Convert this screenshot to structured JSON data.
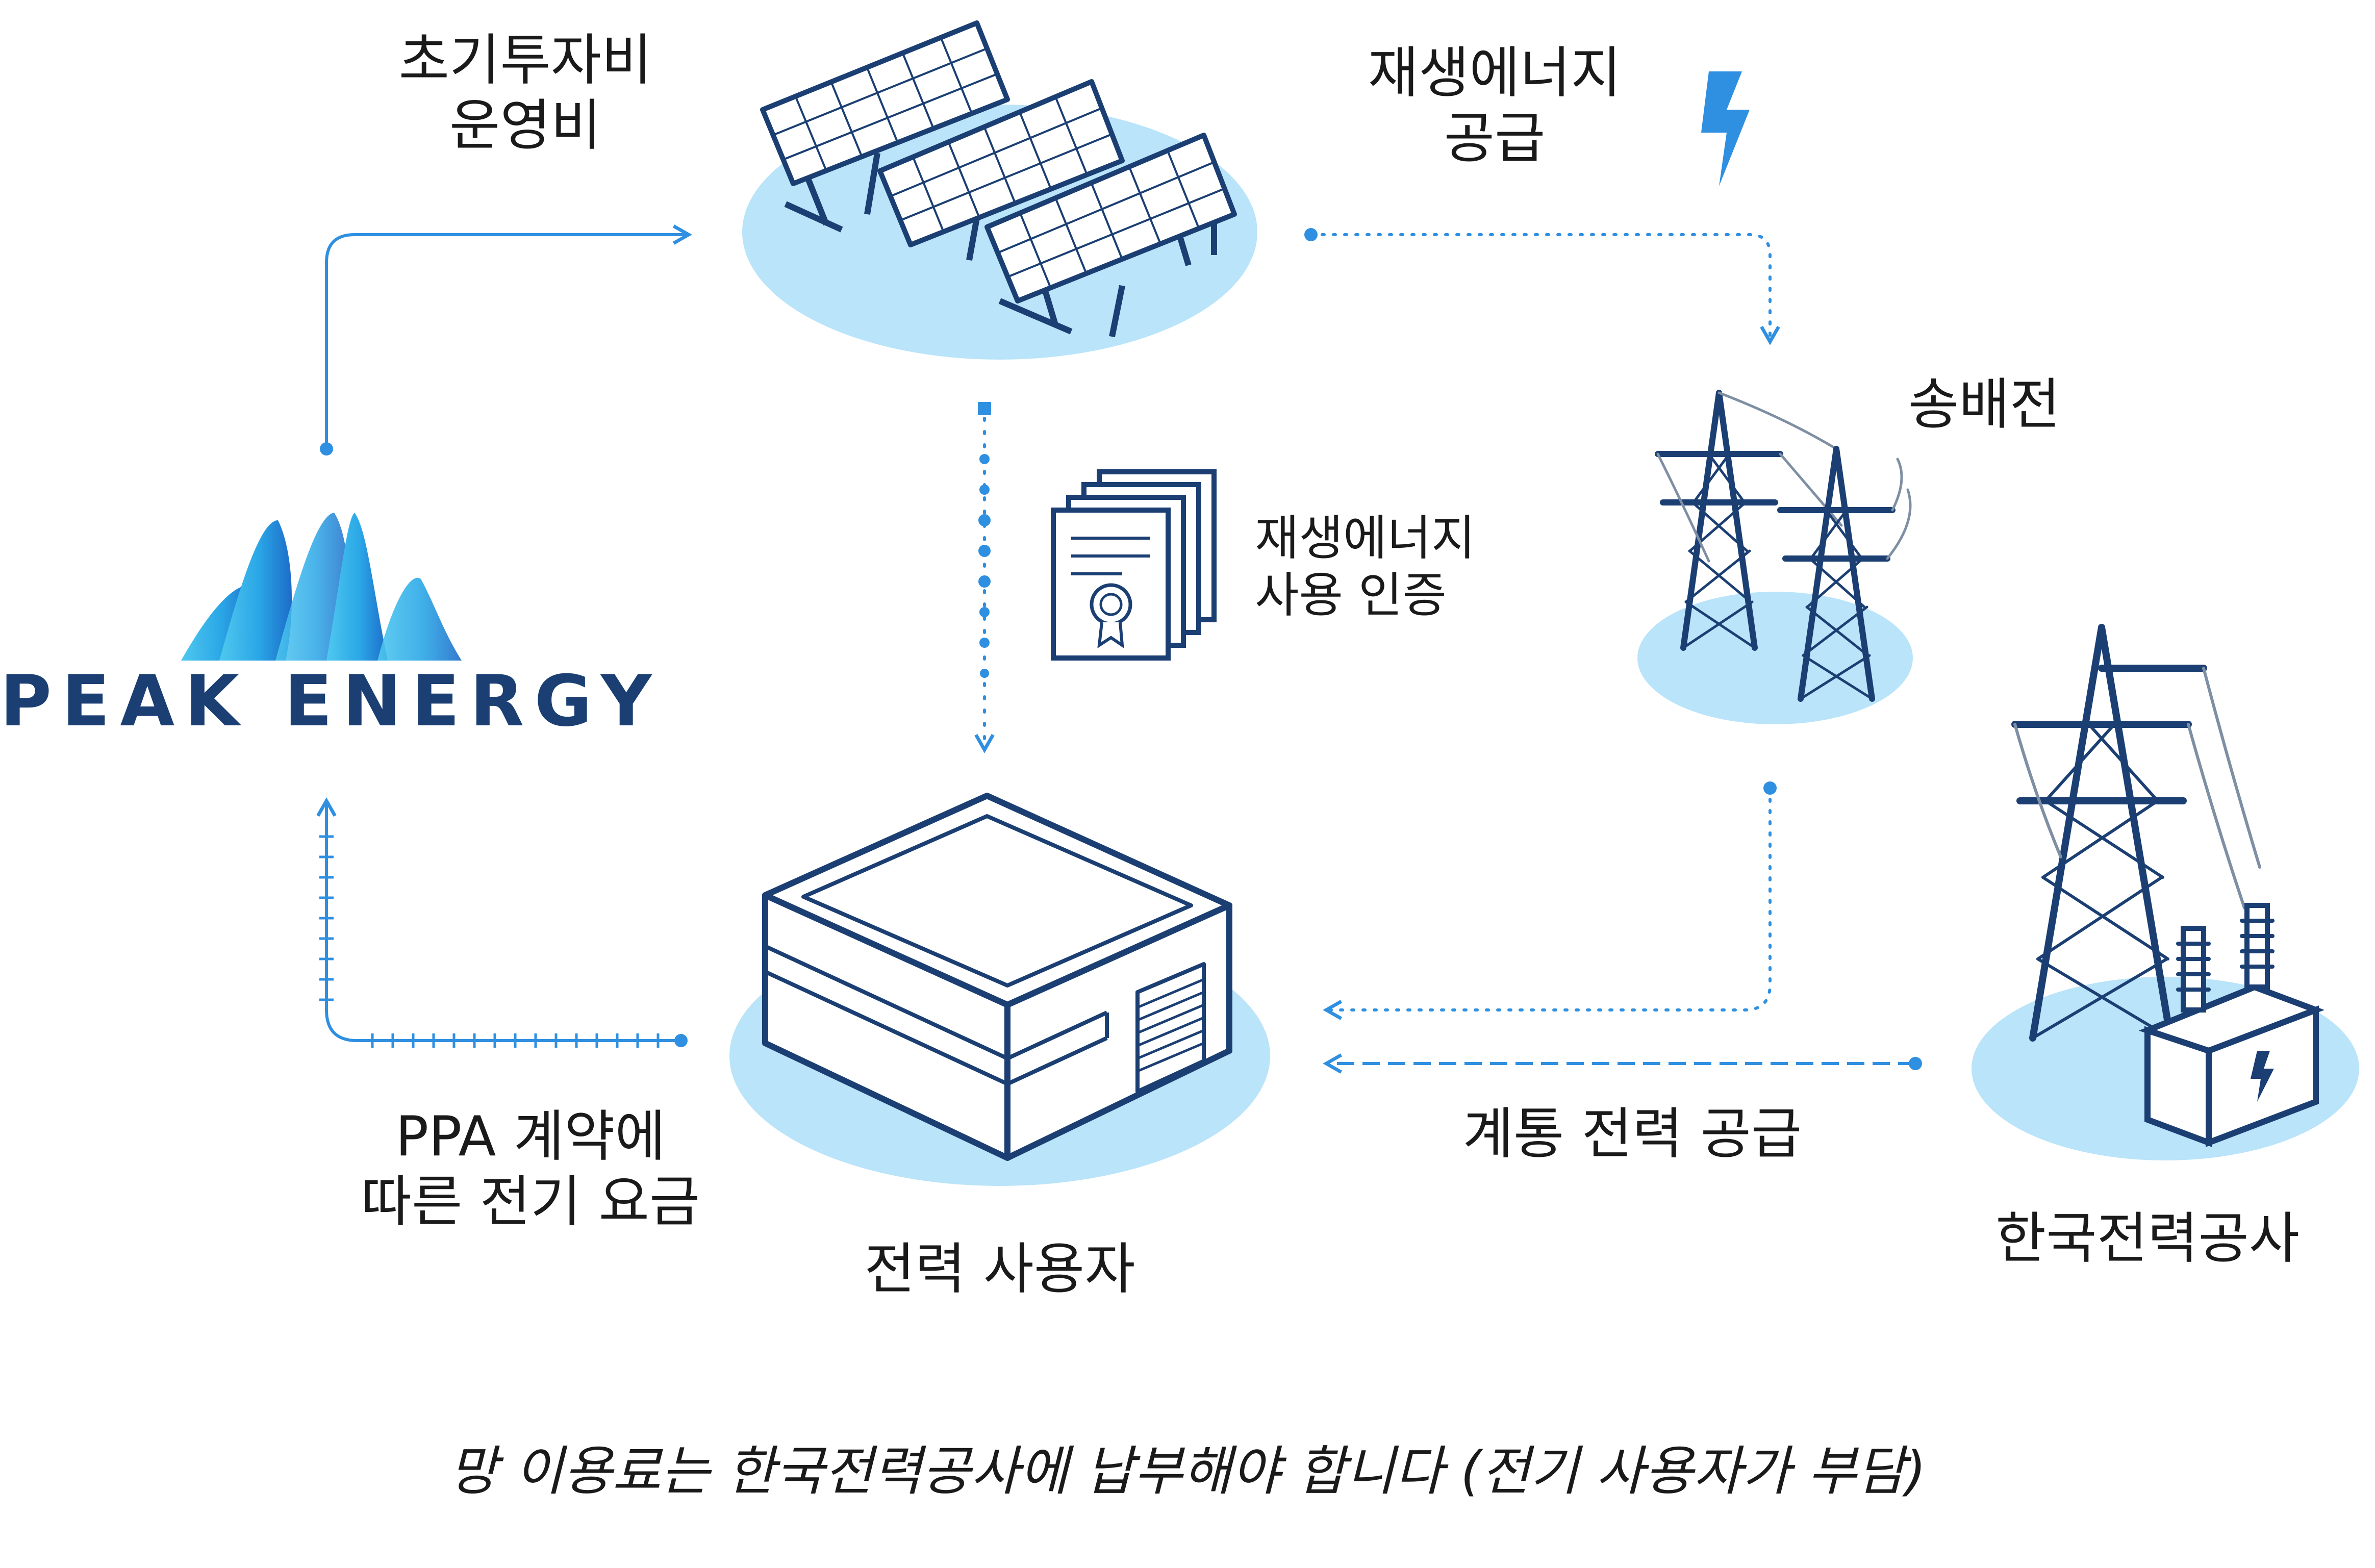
{
  "brand": {
    "name": "PEAK ENERGY",
    "logo_icon": "mountain-waves-logo"
  },
  "labels": {
    "investment": [
      "초기투자비",
      "운영비"
    ],
    "renewable_supply": [
      "재생에너지",
      "공급"
    ],
    "transmission": "송배전",
    "certificate": [
      "재생에너지",
      "사용 인증"
    ],
    "ppa_fee": [
      "PPA 계약에",
      "따른 전기 요금"
    ],
    "power_user": "전력 사용자",
    "grid_supply": "계통 전력 공급",
    "kepco": "한국전력공사"
  },
  "footnote": "망 이용료는 한국전력공사에 납부해야 합니다 (전기 사용자가 부담)",
  "colors": {
    "accent": "#2f8fe0",
    "platform": "#b9e4f9",
    "outline": "#1b3f73",
    "text": "#1a1a1a"
  },
  "icons": [
    "solar-panels-icon",
    "lightning-bolt-icon",
    "certificate-stack-icon",
    "transmission-tower-icon",
    "factory-building-icon",
    "substation-transformer-icon"
  ]
}
